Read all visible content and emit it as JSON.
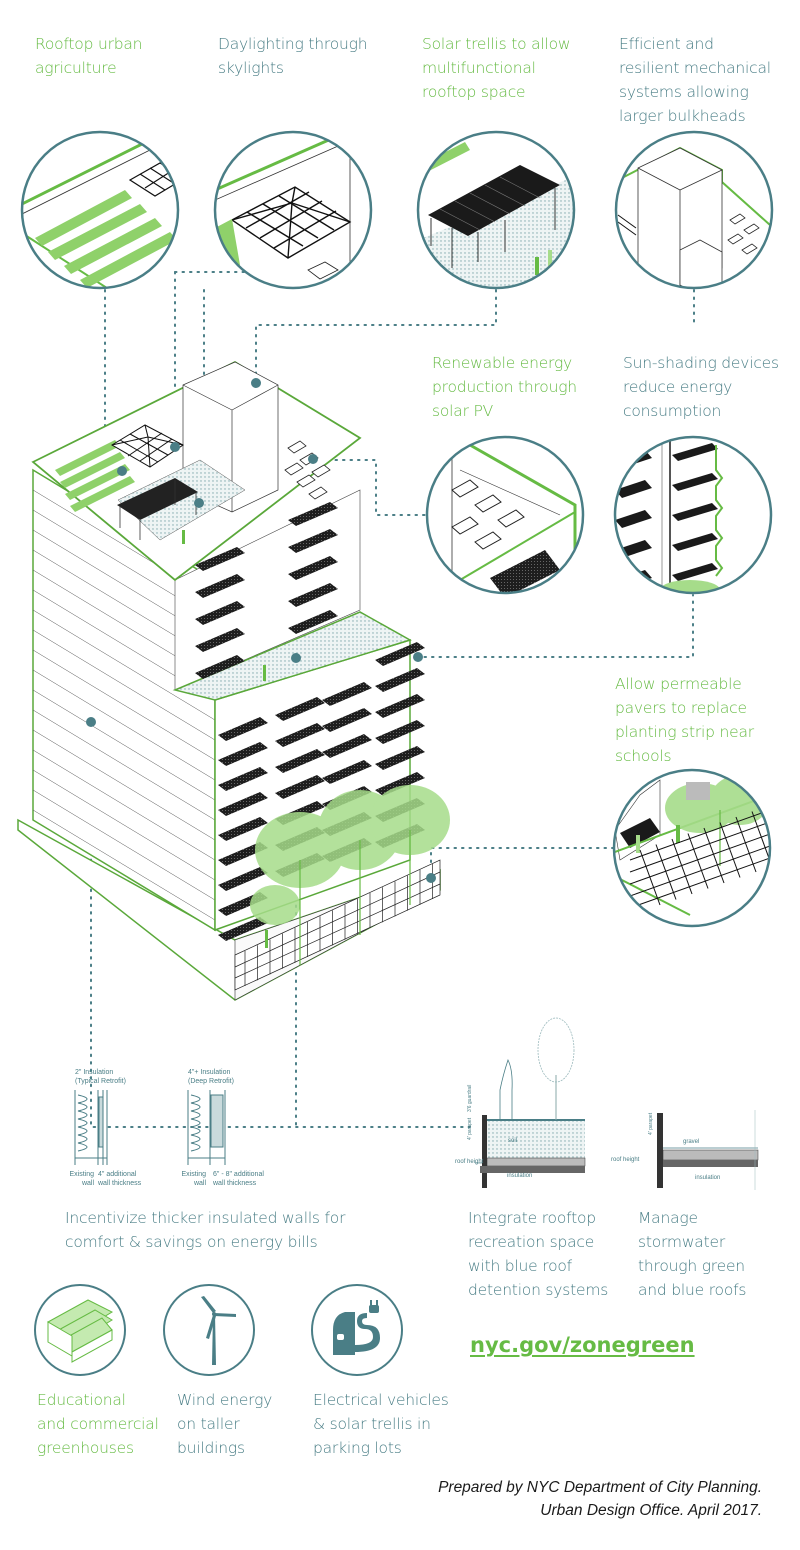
{
  "colors": {
    "green": "#66bb44",
    "teal": "#4a7e86",
    "light_green": "#8fd16a",
    "dark_panel": "#222222"
  },
  "callouts": {
    "rooftop_agriculture": {
      "lines": [
        "Rooftop urban",
        "agriculture"
      ],
      "color": "green",
      "icon": "rooftop-farm-detail"
    },
    "skylights": {
      "lines": [
        "Daylighting through",
        "skylights"
      ],
      "color": "teal",
      "icon": "skylight-pyramid-detail"
    },
    "solar_trellis": {
      "lines": [
        "Solar trellis to allow",
        "multifunctional",
        "rooftop space"
      ],
      "color": "green",
      "icon": "solar-trellis-detail"
    },
    "mechanical": {
      "lines": [
        "Efficient and",
        "resilient mechanical",
        "systems allowing",
        "larger bulkheads"
      ],
      "color": "teal",
      "icon": "bulkhead-detail"
    },
    "solar_pv": {
      "lines": [
        "Renewable energy",
        "production through",
        "solar PV"
      ],
      "color": "green",
      "icon": "solar-pv-detail"
    },
    "sun_shading": {
      "lines": [
        "Sun-shading devices",
        "reduce energy",
        "consumption"
      ],
      "color": "teal",
      "icon": "sun-shade-detail"
    },
    "permeable_pavers": {
      "lines": [
        "Allow permeable",
        "pavers to replace",
        "planting strip near",
        "schools"
      ],
      "color": "green",
      "icon": "pavers-detail"
    }
  },
  "wall_section": {
    "typical": {
      "title": [
        "2\" Insulation",
        "(Typical Retrofit)"
      ],
      "left": [
        "Existing",
        "wall"
      ],
      "right": [
        "4\" additional",
        "wall thickness"
      ]
    },
    "deep": {
      "title": [
        "4\"+ Insulation",
        "(Deep Retrofit)"
      ],
      "left": [
        "Existing",
        "wall"
      ],
      "right": [
        "6\" - 8\" additional",
        "wall thickness"
      ]
    },
    "caption": [
      "Incentivize thicker insulated walls for",
      "comfort & savings on energy bills"
    ]
  },
  "roof_sections": {
    "recreation": {
      "labels": {
        "guardrail": "3'6 guardrail",
        "parapet": "4' parapet",
        "soil": "soil",
        "roof_height": "roof height",
        "insulation": "insulation"
      },
      "caption": [
        "Integrate rooftop",
        "recreation space",
        "with blue roof",
        "detention systems"
      ]
    },
    "stormwater": {
      "labels": {
        "parapet": "4' parapet",
        "gravel": "gravel",
        "roof_height": "roof height",
        "insulation": "insulation"
      },
      "caption": [
        "Manage",
        "stormwater",
        "through green",
        "and blue roofs"
      ]
    }
  },
  "bottom_icons": [
    {
      "icon": "greenhouse-icon",
      "lines": [
        "Educational",
        "and commercial",
        "greenhouses"
      ],
      "color": "green"
    },
    {
      "icon": "wind-turbine-icon",
      "lines": [
        "Wind energy",
        "on taller",
        "buildings"
      ],
      "color": "teal"
    },
    {
      "icon": "electric-vehicle-icon",
      "lines": [
        "Electrical vehicles",
        "& solar trellis in",
        "parking lots"
      ],
      "color": "teal"
    }
  ],
  "link": {
    "text": "nyc.gov/zonegreen"
  },
  "credit": {
    "lines": [
      "Prepared by NYC Department of City Planning.",
      "Urban Design Office. April 2017."
    ]
  }
}
